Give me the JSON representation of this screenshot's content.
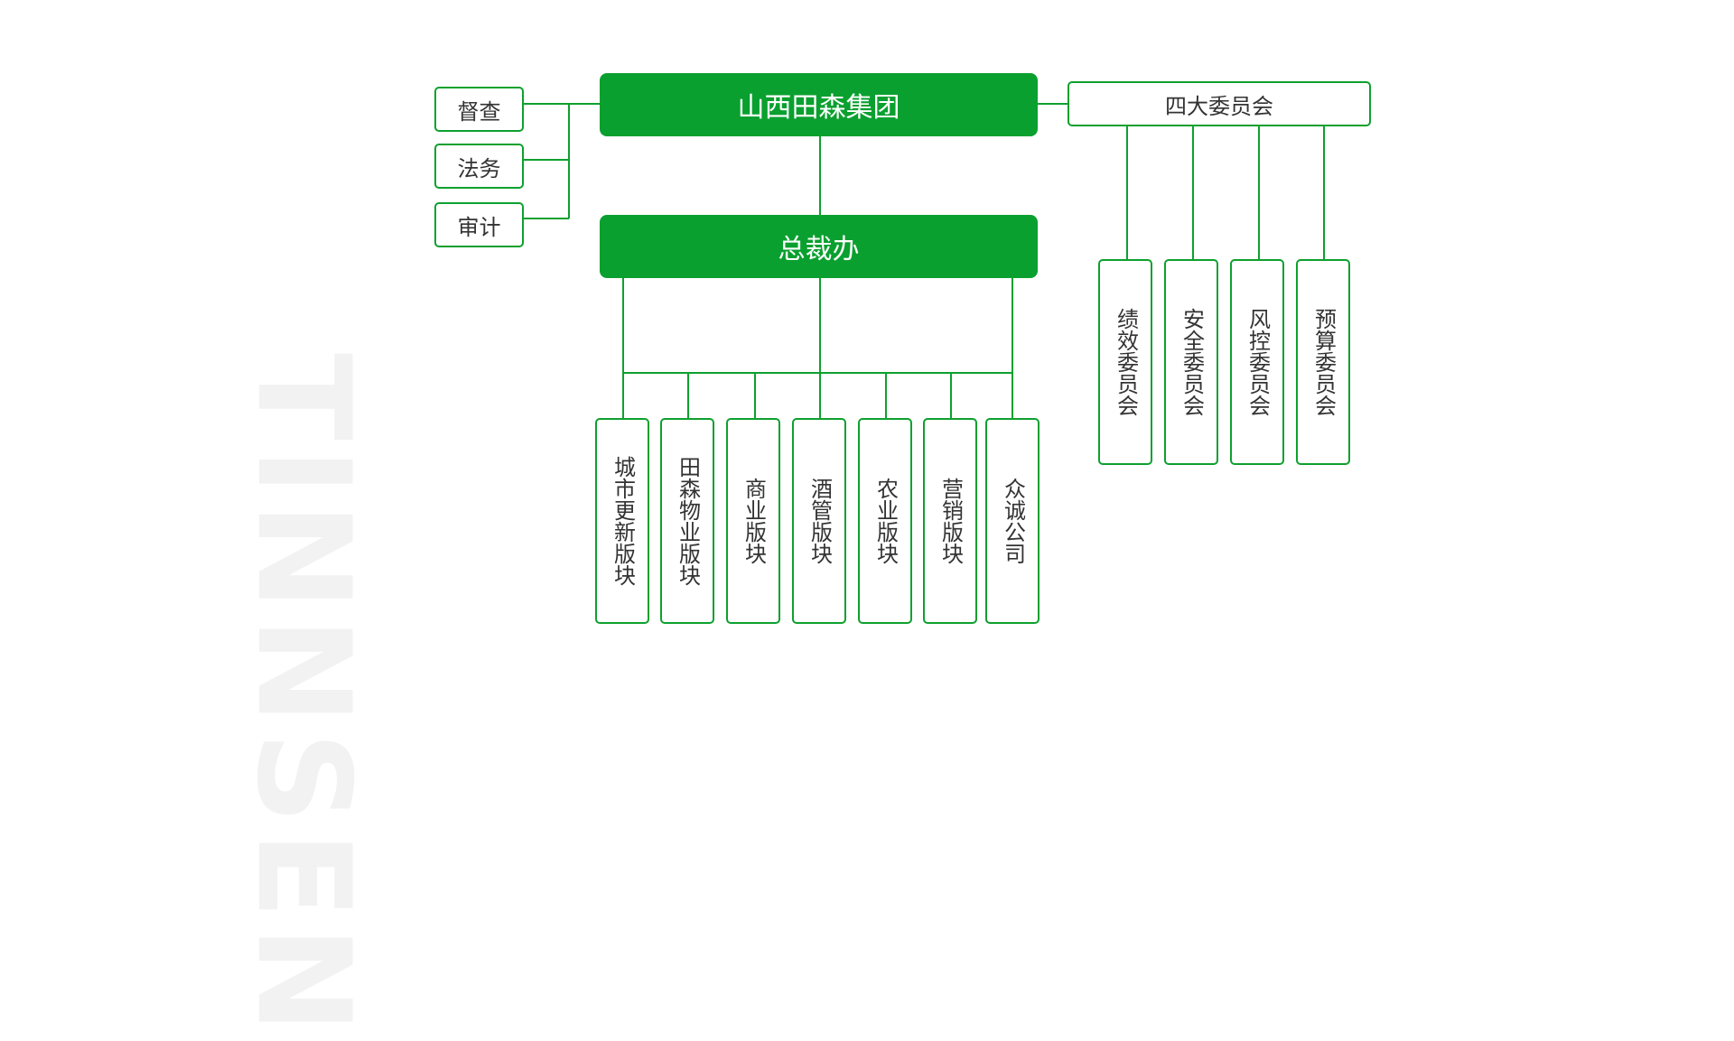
{
  "watermark": "TINNSEN",
  "group": "山西田森集团",
  "president_office": "总裁办",
  "left_departments": [
    "督查",
    "法务",
    "审计"
  ],
  "council_header": "四大委员会",
  "committees": [
    "绩效委员会",
    "安全委员会",
    "风控委员会",
    "预算委员会"
  ],
  "business_units": [
    "城市更新版块",
    "田森物业版块",
    "商业版块",
    "酒管版块",
    "农业版块",
    "营销版块",
    "众诚公司"
  ],
  "colors": {
    "brand_green": "#0aa02f",
    "line_green": "#0ea02e",
    "watermark_gray": "#f2f2f2"
  }
}
